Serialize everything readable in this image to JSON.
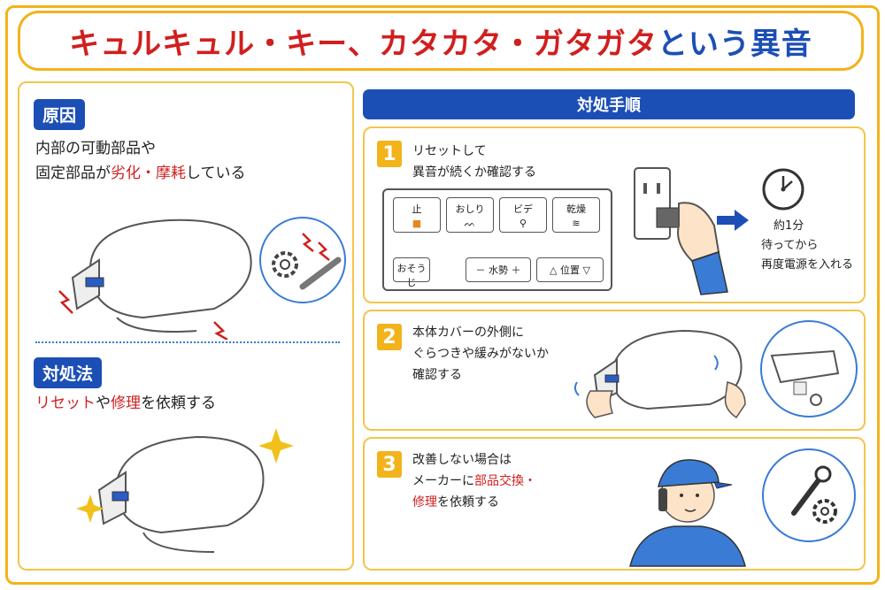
{
  "title": {
    "part1": "キュルキュル・キー、カタカタ・ガタガタ",
    "part2": "という異音"
  },
  "cause": {
    "heading": "原因",
    "line1": "内部の可動部品や",
    "line2_a": "固定部品が",
    "line2_b": "劣化・摩耗",
    "line2_c": "している"
  },
  "remedy": {
    "heading": "対処法",
    "text_a": "リセット",
    "text_b": "や",
    "text_c": "修理",
    "text_d": "を依頼する"
  },
  "procedure": {
    "heading": "対処手順",
    "step1": {
      "num": "1",
      "line1": "リセットして",
      "line2": "異音が続くか確認する",
      "remote": {
        "stop": "止",
        "oshiri": "おしり",
        "bidet": "ビデ",
        "dry": "乾燥",
        "osouji": "おそうじ",
        "water": "－  水勢  ＋",
        "position": "△  位置  ▽"
      },
      "wait_line1": "約1分",
      "wait_line2": "待ってから",
      "wait_line3": "再度電源を入れる"
    },
    "step2": {
      "num": "2",
      "line1": "本体カバーの外側に",
      "line2": "ぐらつきや緩みがないか",
      "line3": "確認する"
    },
    "step3": {
      "num": "3",
      "line1": "改善しない場合は",
      "line2_a": "メーカーに",
      "line2_b": "部品交換・",
      "line3_a": "修理",
      "line3_b": "を依頼する"
    }
  },
  "colors": {
    "accent_yellow": "#f2b31b",
    "accent_blue": "#1c4fb5",
    "accent_red": "#d11f1f"
  },
  "icons": [
    "gear-icon",
    "spark-icon",
    "sparkle-icon",
    "clock-icon",
    "arrow-right-icon",
    "wrench-icon",
    "outlet-icon"
  ]
}
